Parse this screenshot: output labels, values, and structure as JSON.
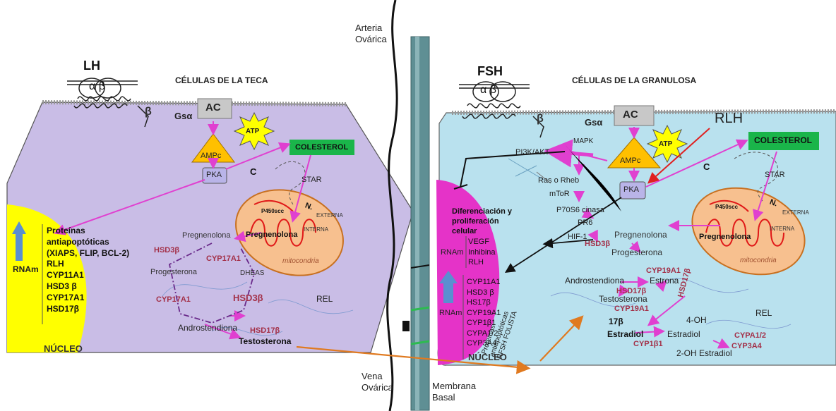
{
  "colors": {
    "theca_cell": "#c9bde6",
    "granulosa_cell": "#b9e1ee",
    "nucleus_theca": "#ffff00",
    "nucleus_granulosa": "#e533c8",
    "mitochondria": "#f7c08f",
    "colesterol_box": "#1ab54a",
    "ampc": "#ffc000",
    "enzyme_text": "#a33048",
    "pink_arrow": "#e040d0",
    "basal_membrane": "#5f8f94"
  },
  "icons": [
    "receptor-icon",
    "atp-burst-icon",
    "up-arrow-icon",
    "mitochondria-icon"
  ],
  "vessels": {
    "arteria": [
      "Arteria",
      "Ovárica"
    ],
    "vena": [
      "Vena",
      "Ovárica"
    ],
    "membrana": [
      "Membrana",
      "Basal"
    ]
  },
  "theca": {
    "hormone": "LH",
    "title": "CÉLULAS DE LA TECA",
    "beta": "β",
    "gs": "Gsα",
    "ac": "AC",
    "atp": "ATP",
    "ampc": "AMPc",
    "pka": "PKA",
    "colesterol": "COLESTEROL",
    "c": "C",
    "star": "STAR",
    "p450scc": "P450scc",
    "n": "N.",
    "externa": "EXTERNA",
    "interna": "INTERNA",
    "mitocondria": "mitocondria",
    "pregnenolona_mito": "Pregnenolona",
    "pregnenolona": "Pregnenolona",
    "progesterona": "Progesterona",
    "dhea": "DHEAS",
    "androstendiona": "Androstendiona",
    "testosterona": "Testosterona",
    "rel": "REL",
    "enz_hsd3b_1": "HSD3β",
    "enz_cyp17a1_1": "CYP17A1",
    "enz_cyp17a1_2": "CYP17A1",
    "enz_hsd3b_2": "HSD3β",
    "enz_hsd17b": "HSD17β",
    "rnam": "RNAm",
    "nucleo": "NÚCLEO",
    "genes": [
      "Proteínas",
      "antiapoptóticas",
      "(XIAPS, FLIP, BCL-2)",
      "RLH",
      "CYP11A1",
      "HSD3 β",
      "CYP17A1",
      "HSD17β"
    ]
  },
  "granulosa": {
    "hormone": "FSH",
    "title": "CÉLULAS DE LA GRANULOSA",
    "beta": "β",
    "gs": "Gsα",
    "ac": "AC",
    "atp": "ATP",
    "rlh": "RLH",
    "mapk": "MAPK",
    "pi3k": "PI3K/AKT",
    "ampc": "AMPc",
    "ras": "Ras o Rheb",
    "mtor": "mToR",
    "p70": "P70S6 cinasa",
    "pr6": "PR6",
    "hif": "HIF-1",
    "pka": "PKA",
    "colesterol": "COLESTEROL",
    "c": "C",
    "star": "STAR",
    "p450scc": "P450scc",
    "n": "N.",
    "externa": "EXTERNA",
    "interna": "INTERNA",
    "mitocondria": "mitocondria",
    "pregnenolona_mito": "Pregnenolona",
    "pregnenolona": "Pregnenolona",
    "progesterona": "Progesterona",
    "enz_hsd3b": "HSD3β",
    "diferenciacion": [
      "Diferenciación y",
      "proliferación",
      "celular"
    ],
    "rnam_top": "RNAm",
    "top_genes": [
      "VEGF",
      "Inhibina",
      "RLH"
    ],
    "rnam_bottom": "RNAm",
    "bottom_genes": [
      "CYP11A1",
      "HSD3 β",
      "HS17β",
      "CYP19A1",
      "CYP1β1",
      "CYPA1/2",
      "CYP3A4"
    ],
    "vertical_text": [
      "Proteínas",
      "antiapoptóticas",
      "RFSH FOLISTA"
    ],
    "nucleo": "NÚCLEO",
    "androstendiona": "Androstendiona",
    "estrona": "Estrona",
    "testosterona": "Testosterona",
    "n17b": "17β",
    "estradiol": "Estradiol",
    "estradiol2": "Estradiol",
    "oh4": "4-OH",
    "oh2": "2-OH Estradiol",
    "rel": "REL",
    "enz_cyp19a1_1": "CYP19A1",
    "enz_hsd17b_1": "HSD17β",
    "enz_cyp19a1_2": "CYP19A1",
    "enz_hsd17b_2": "HSD17β",
    "enz_cyp1b1": "CYP1β1",
    "enz_cypa12": "CYPA1/2",
    "enz_cyp3a4": "CYP3A4"
  }
}
